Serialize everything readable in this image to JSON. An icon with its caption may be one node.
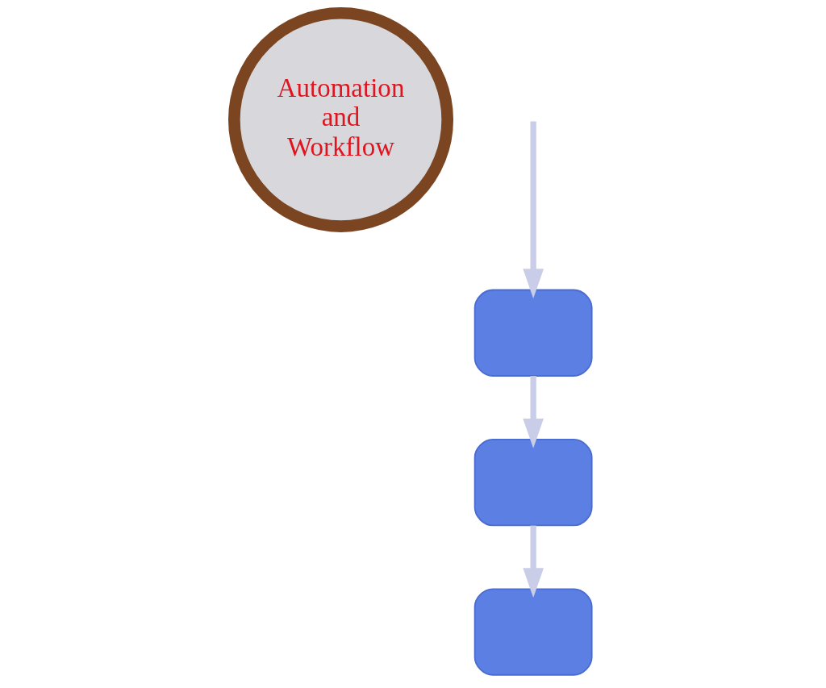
{
  "diagram": {
    "nodes": [
      {
        "text": [
          "Automation and Workflow"
        ]
      },
      {
        "text": [],
        "shape": "box"
      },
      {
        "text": [],
        "shape": "box"
      },
      {
        "text": [],
        "shape": "box"
      }
    ],
    "edges": [
      {
        "from": null,
        "to": 1,
        "arrow": "to"
      },
      {
        "from": 1,
        "to": 2,
        "arrow": "to"
      },
      {
        "from": 2,
        "to": 3,
        "arrow": "to"
      }
    ]
  }
}
